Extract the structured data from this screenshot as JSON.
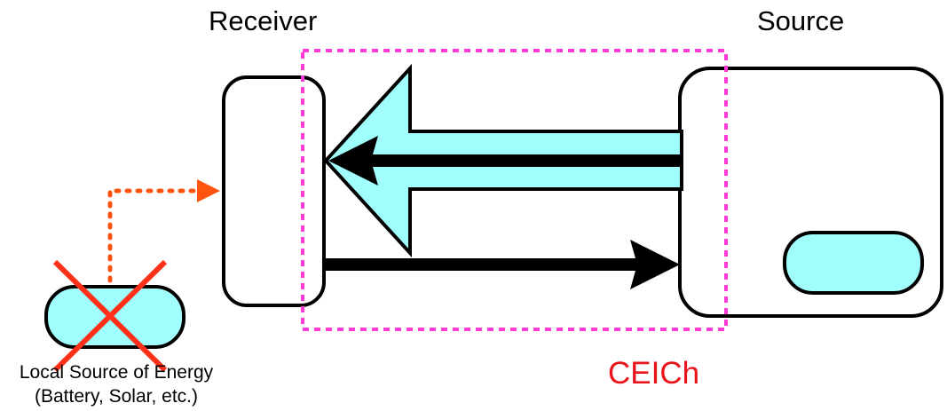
{
  "diagram": {
    "receiver_label": "Receiver",
    "source_label": "Source",
    "channel_label": "CEICh",
    "local_source_label_line1": "Local Source of Energy",
    "local_source_label_line2": "(Battery, Solar, etc.)"
  },
  "colors": {
    "battery_fill": "#a0fffc",
    "channel_border": "#ff3ad8",
    "cross": "#ff3019",
    "dotted_arrow": "#ff5410",
    "ceich_text": "#e8141b"
  },
  "icons": {
    "local_battery": "battery-icon",
    "source_battery": "battery-icon",
    "disabled_mark": "cross-icon"
  }
}
